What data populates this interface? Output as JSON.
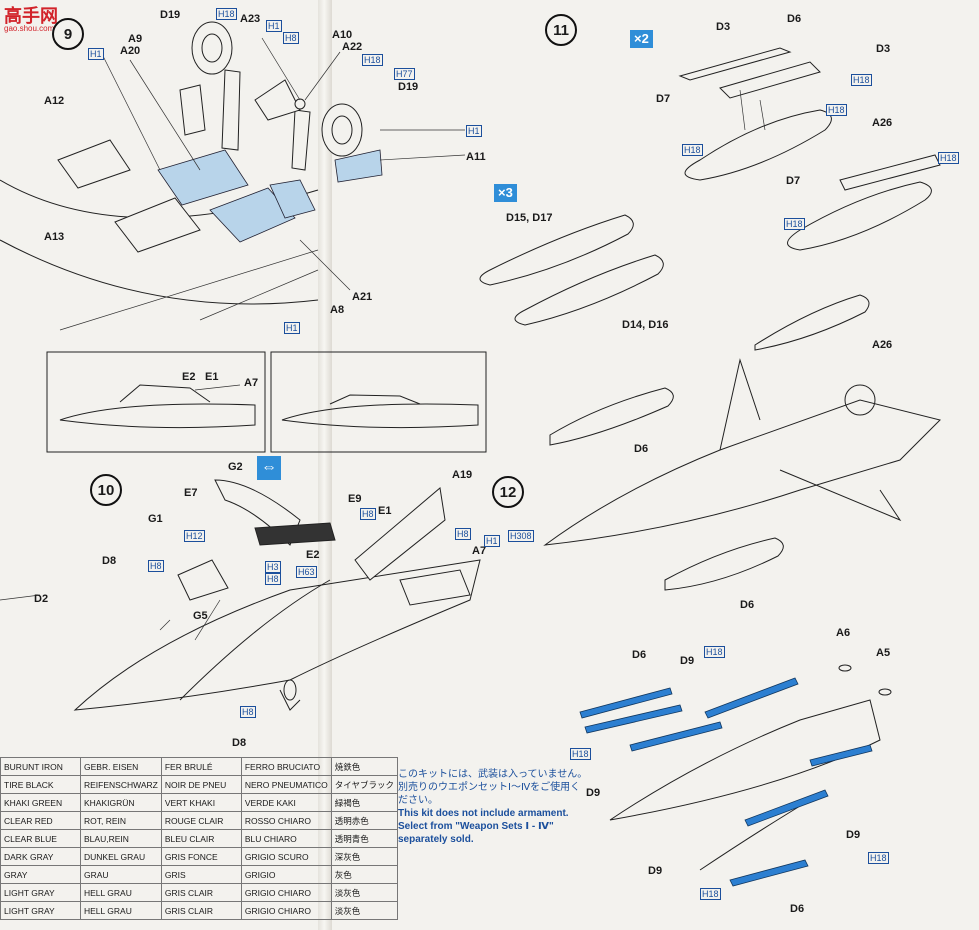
{
  "watermark": {
    "text": "高手网",
    "url": "gao.shou.com"
  },
  "steps": {
    "s9": "9",
    "s10": "10",
    "s11": "11",
    "s12": "12"
  },
  "multipliers": {
    "x2": "×2",
    "x3": "×3"
  },
  "step9": {
    "labels": {
      "d19a": "D19",
      "a23": "A23",
      "a9": "A9",
      "a20": "A20",
      "a10": "A10",
      "a22": "A22",
      "d19b": "D19",
      "a12": "A12",
      "a11": "A11",
      "a13": "A13",
      "a21": "A21",
      "a8": "A8"
    },
    "hcodes": {
      "h1a": "H1",
      "h18a": "H18",
      "h1b": "H1",
      "h8a": "H8",
      "h18b": "H18",
      "h77": "H77",
      "h1c": "H1",
      "h1d": "H1"
    },
    "inset_labels": {
      "e2": "E2",
      "e1": "E1",
      "a7": "A7"
    }
  },
  "step10": {
    "labels": {
      "g2": "G2",
      "a19": "A19",
      "e7": "E7",
      "e9": "E9",
      "e1": "E1",
      "g1": "G1",
      "d8a": "D8",
      "e2": "E2",
      "a7": "A7",
      "d2": "D2",
      "g5": "G5",
      "d8b": "D8"
    },
    "hcodes": {
      "h12": "H12",
      "h3": "H3",
      "h8a": "H8",
      "h63": "H63",
      "h8b": "H8",
      "h8c": "H8",
      "h1": "H1",
      "h308": "H308",
      "h8d": "H8",
      "h8e": "H8"
    }
  },
  "step11": {
    "labels": {
      "d3a": "D3",
      "d6": "D6",
      "d3b": "D3",
      "d7a": "D7",
      "a26": "A26",
      "d7b": "D7",
      "d15": "D15, D17",
      "d14": "D14, D16"
    },
    "hcodes": {
      "h18a": "H18",
      "h18b": "H18",
      "h18c": "H18",
      "h18d": "H18",
      "h18e": "H18"
    }
  },
  "step12": {
    "labels": {
      "a26": "A26",
      "d6a": "D6",
      "d6b": "D6",
      "d6c": "D6",
      "d9a": "D9",
      "a6": "A6",
      "a5": "A5",
      "d9b": "D9",
      "d9c": "D9",
      "d9d": "D9",
      "d6d": "D6"
    },
    "hcodes": {
      "h18a": "H18",
      "h18b": "H18",
      "h18c": "H18",
      "h18d": "H18"
    }
  },
  "note": {
    "jp": "このキットには、武装は入っていません。別売りのウエポンセットⅠ〜Ⅳをご使用ください。",
    "en": "This kit does not include armament. Select from \"Weapon Sets Ⅰ - Ⅳ\" separately sold."
  },
  "paint_table": [
    [
      "BURUNT IRON",
      "GEBR. EISEN",
      "FER BRULÉ",
      "FERRO BRUCIATO",
      "焼鉄色"
    ],
    [
      "TIRE BLACK",
      "REIFENSCHWARZ",
      "NOIR DE PNEU",
      "NERO PNEUMATICO",
      "タイヤブラック"
    ],
    [
      "KHAKI GREEN",
      "KHAKIGRÜN",
      "VERT KHAKI",
      "VERDE KAKI",
      "緑褐色"
    ],
    [
      "CLEAR RED",
      "ROT, REIN",
      "ROUGE CLAIR",
      "ROSSO CHIARO",
      "透明赤色"
    ],
    [
      "CLEAR BLUE",
      "BLAU,REIN",
      "BLEU CLAIR",
      "BLU CHIARO",
      "透明青色"
    ],
    [
      "DARK GRAY",
      "DUNKEL GRAU",
      "GRIS FONCE",
      "GRIGIO SCURO",
      "深灰色"
    ],
    [
      "GRAY",
      "GRAU",
      "GRIS",
      "GRIGIO",
      "灰色"
    ],
    [
      "LIGHT GRAY",
      "HELL GRAU",
      "GRIS CLAIR",
      "GRIGIO CHIARO",
      "淡灰色"
    ],
    [
      "LIGHT GRAY",
      "HELL GRAU",
      "GRIS CLAIR",
      "GRIGIO CHIARO",
      "淡灰色"
    ]
  ],
  "colors": {
    "accent_blue": "#2f8ed8",
    "hcode_blue": "#1b4f9c",
    "missile_blue": "#2c7fd1",
    "part_fill": "#b8d4ea"
  }
}
